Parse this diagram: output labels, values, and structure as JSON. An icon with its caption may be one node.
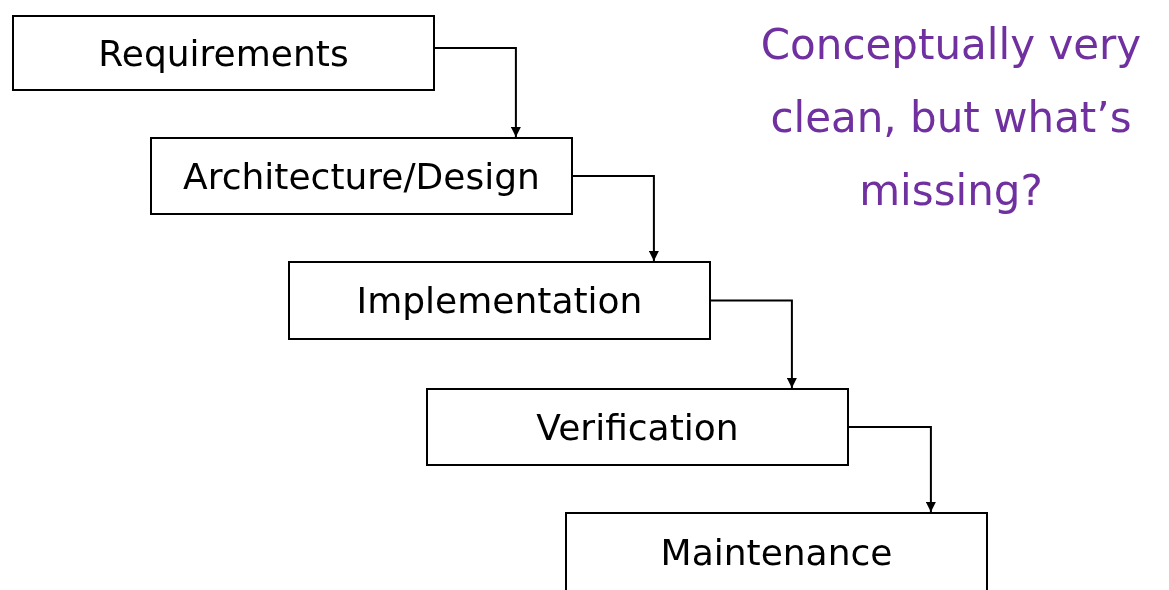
{
  "diagram": {
    "nodes": [
      {
        "text": [
          "Requirements"
        ]
      },
      {
        "text": [
          "Architecture/Design"
        ]
      },
      {
        "text": [
          "Implementation"
        ]
      },
      {
        "text": [
          "Verification"
        ]
      },
      {
        "text": [
          "Maintenance"
        ]
      }
    ],
    "edges": [
      {
        "from": 0,
        "to": 1,
        "arrow": "to"
      },
      {
        "from": 1,
        "to": 2,
        "arrow": "to"
      },
      {
        "from": 2,
        "to": 3,
        "arrow": "to"
      },
      {
        "from": 3,
        "to": 4,
        "arrow": "to"
      }
    ],
    "labels": [
      "Conceptually very clean, but what’s missing?"
    ]
  }
}
